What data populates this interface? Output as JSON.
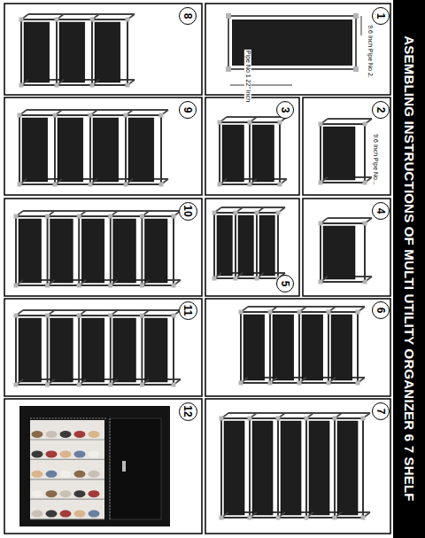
{
  "diagram": {
    "title": "ASEMBLING INSTRUCTIONS OF MULTI UTILITY ORGANIZER 6 7 SHELF",
    "nodes": [
      {
        "text": [
          "1"
        ]
      },
      {
        "text": [
          "2"
        ]
      },
      {
        "text": [
          "3"
        ]
      },
      {
        "text": [
          "4"
        ]
      },
      {
        "text": [
          "5"
        ]
      },
      {
        "text": [
          "6"
        ]
      },
      {
        "text": [
          "7"
        ]
      },
      {
        "text": [
          "8"
        ]
      },
      {
        "text": [
          "9"
        ]
      },
      {
        "text": [
          "10"
        ]
      },
      {
        "text": [
          "11"
        ]
      },
      {
        "text": [
          "12"
        ]
      }
    ],
    "labels": [
      "9.6 Inch Pipe No 2.",
      "Pipe No 1 22\" Inch",
      "9.6 Inch Pipe No..."
    ]
  }
}
